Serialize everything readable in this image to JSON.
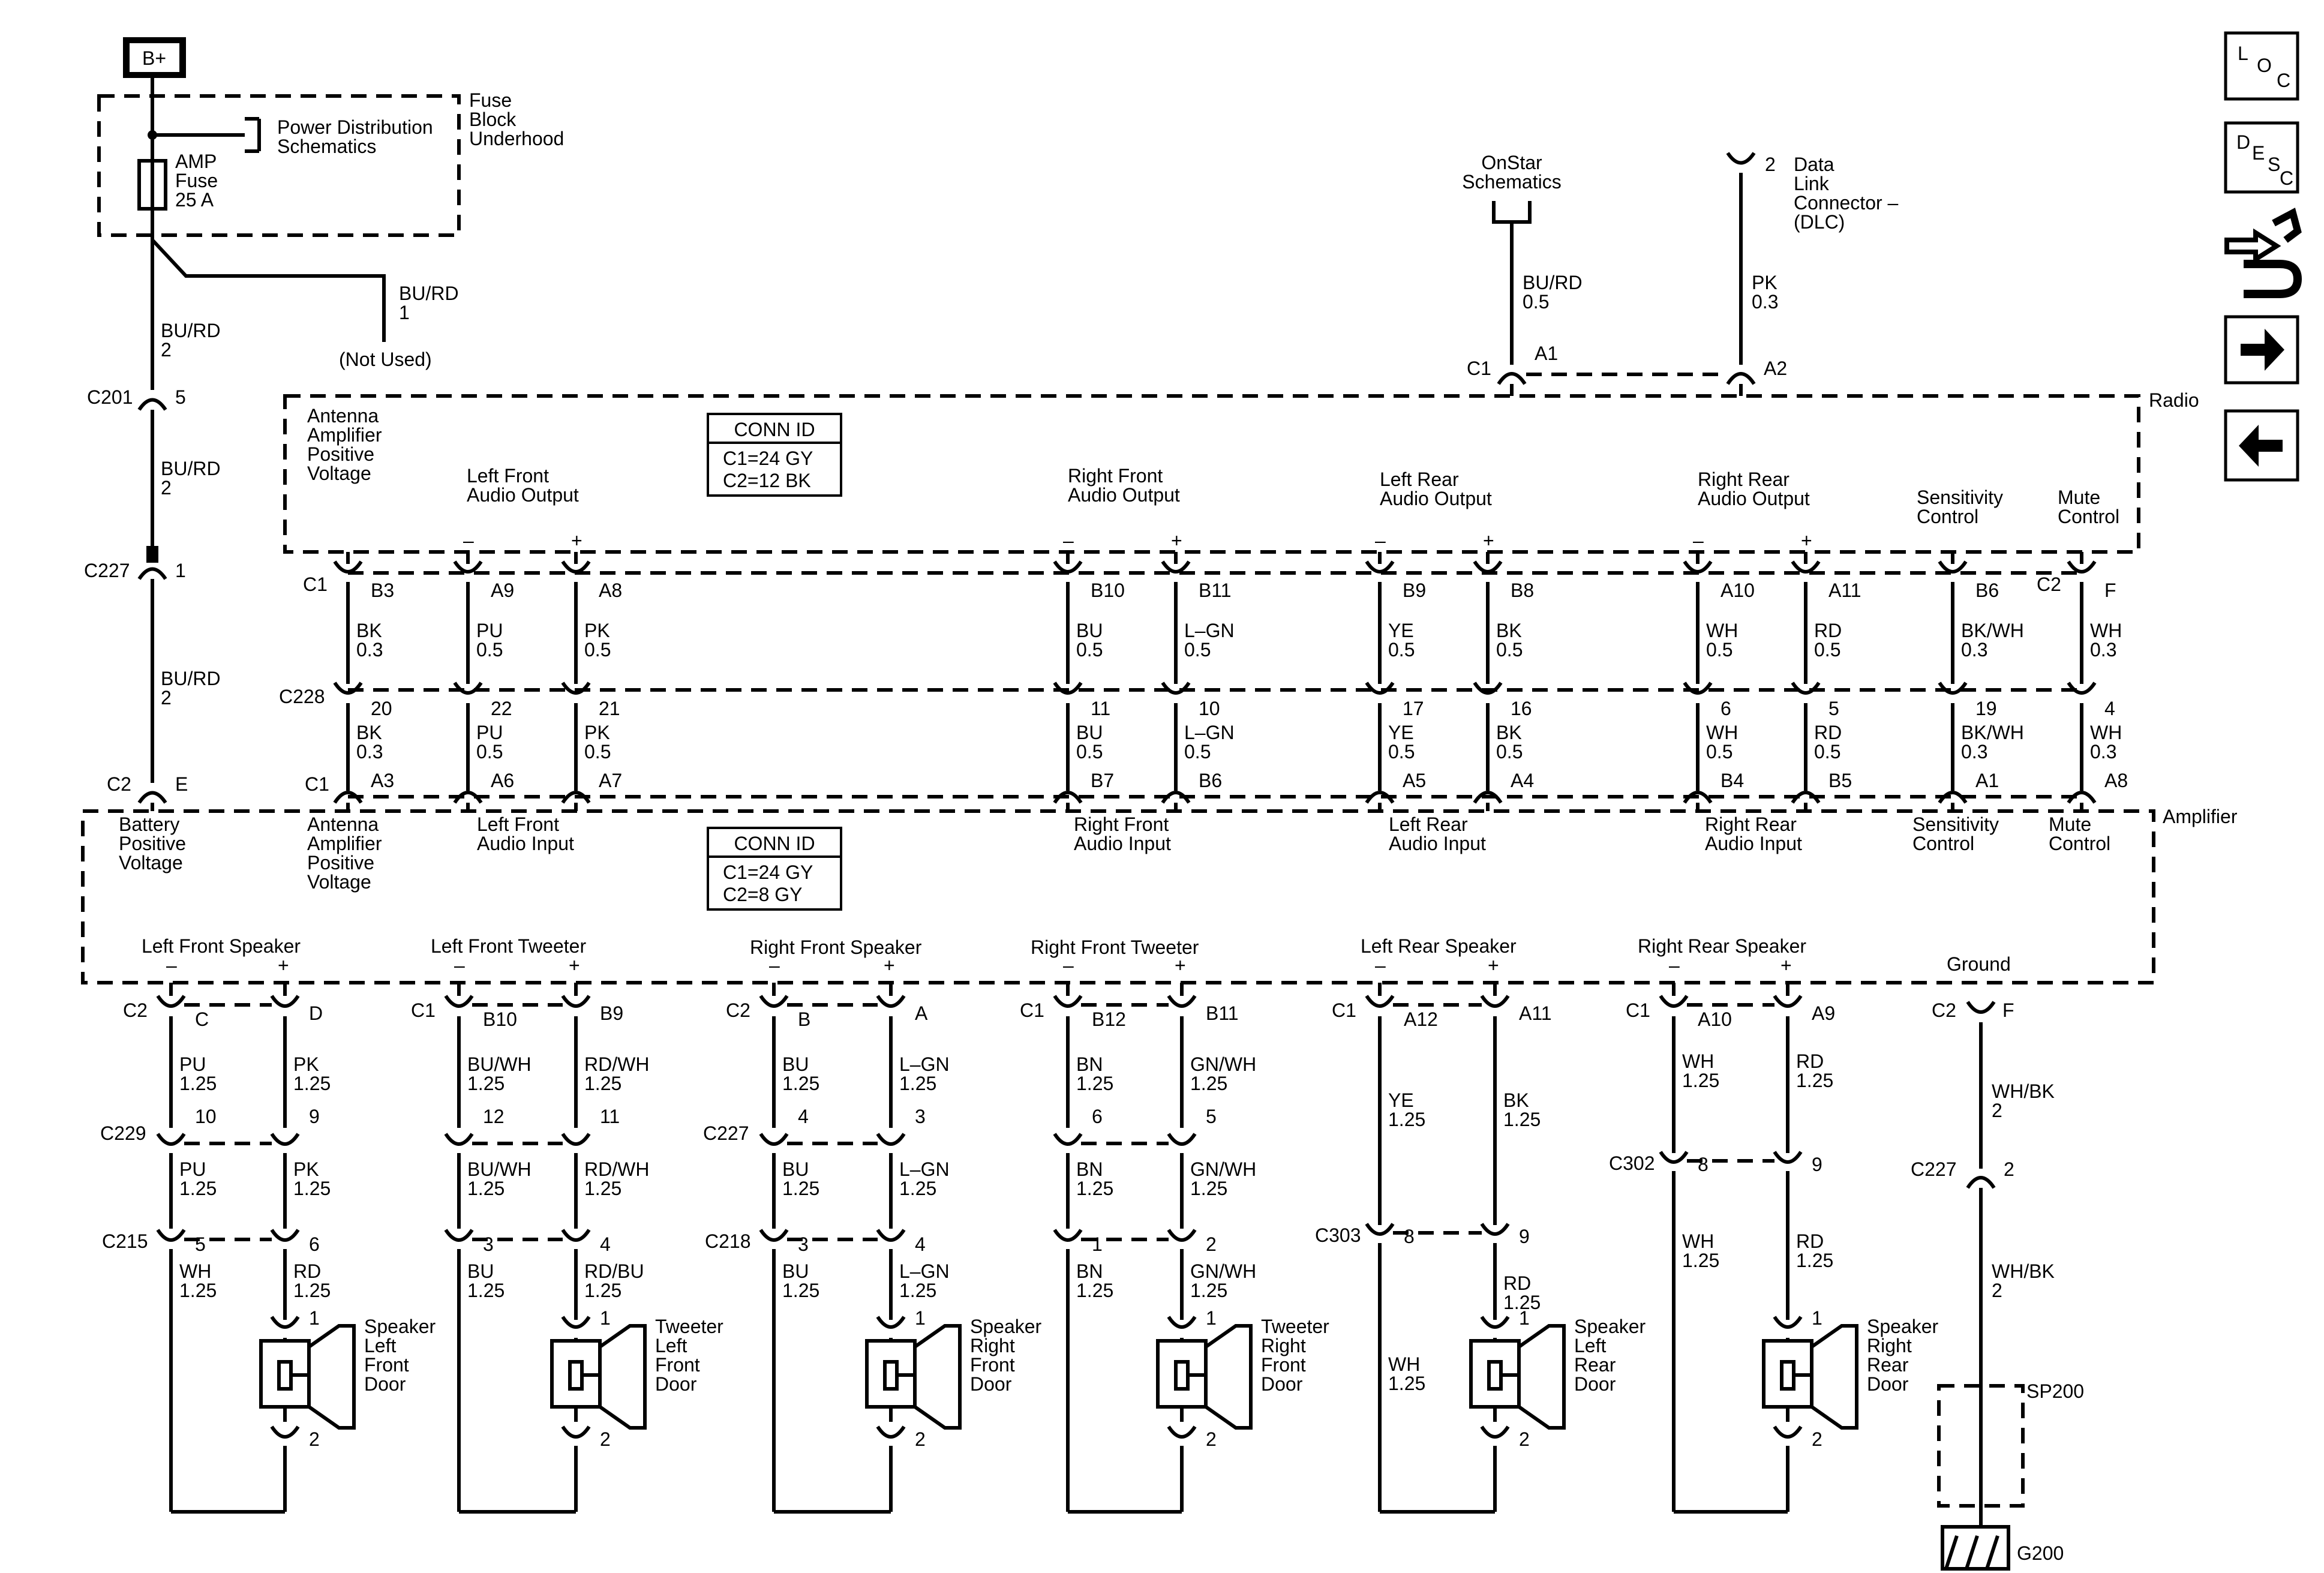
{
  "title": "",
  "battery": {
    "label": "B+"
  },
  "fuse_block": {
    "label1": "Fuse",
    "label2": "Block",
    "label3": "Underhood",
    "pds1": "Power Distribution",
    "pds2": "Schematics",
    "fuse1": "AMP",
    "fuse2": "Fuse",
    "fuse3": "25 A"
  },
  "not_used": {
    "color": "BU/RD",
    "circuit": "1",
    "label": "(Not Used)"
  },
  "supply_wires": [
    {
      "color": "BU/RD",
      "circuit": "2"
    },
    {
      "color": "BU/RD",
      "circuit": "2"
    },
    {
      "color": "BU/RD",
      "circuit": "2"
    }
  ],
  "supply_connectors": [
    {
      "name": "C201",
      "pin": "5"
    },
    {
      "name": "C227",
      "pin": "1"
    },
    {
      "name": "C2",
      "pin": "E"
    }
  ],
  "onstar": {
    "l1": "OnStar",
    "l2": "Schematics",
    "color": "BU/RD",
    "size": "0.5",
    "conn": "C1",
    "pin": "A1"
  },
  "dlc": {
    "pin_top": "2",
    "l1": "Data",
    "l2": "Link",
    "l3": "Connector –",
    "l4": "(DLC)",
    "color": "PK",
    "size": "0.3",
    "pin": "A2"
  },
  "radio": {
    "name": "Radio",
    "conn_id_title": "CONN ID",
    "conn_id_1": "C1=24 GY",
    "conn_id_2": "C2=12 BK",
    "c1": "C1",
    "c2": "C2",
    "groups": [
      {
        "l1": "Antenna",
        "l2": "Amplifier",
        "l3": "Positive",
        "l4": "Voltage"
      },
      {
        "l1": "Left Front",
        "l2": "Audio Output"
      },
      {
        "l1": "Right Front",
        "l2": "Audio Output"
      },
      {
        "l1": "Left Rear",
        "l2": "Audio Output"
      },
      {
        "l1": "Right Rear",
        "l2": "Audio Output"
      },
      {
        "l1": "Sensitivity",
        "l2": "Control"
      },
      {
        "l1": "Mute",
        "l2": "Control"
      }
    ]
  },
  "c228": {
    "name": "C228"
  },
  "amp_c1": {
    "name": "C1"
  },
  "mid_signals": [
    {
      "polarity": "",
      "pin_top": "B3",
      "c1": "BK",
      "s1": "0.3",
      "pin_mid": "20",
      "c2": "BK",
      "s2": "0.3",
      "pin_bot": "A3"
    },
    {
      "polarity": "–",
      "pin_top": "A9",
      "c1": "PU",
      "s1": "0.5",
      "pin_mid": "22",
      "c2": "PU",
      "s2": "0.5",
      "pin_bot": "A6"
    },
    {
      "polarity": "+",
      "pin_top": "A8",
      "c1": "PK",
      "s1": "0.5",
      "pin_mid": "21",
      "c2": "PK",
      "s2": "0.5",
      "pin_bot": "A7"
    },
    {
      "polarity": "–",
      "pin_top": "B10",
      "c1": "BU",
      "s1": "0.5",
      "pin_mid": "11",
      "c2": "BU",
      "s2": "0.5",
      "pin_bot": "B7"
    },
    {
      "polarity": "+",
      "pin_top": "B11",
      "c1": "L–GN",
      "s1": "0.5",
      "pin_mid": "10",
      "c2": "L–GN",
      "s2": "0.5",
      "pin_bot": "B6"
    },
    {
      "polarity": "–",
      "pin_top": "B9",
      "c1": "YE",
      "s1": "0.5",
      "pin_mid": "17",
      "c2": "YE",
      "s2": "0.5",
      "pin_bot": "A5"
    },
    {
      "polarity": "+",
      "pin_top": "B8",
      "c1": "BK",
      "s1": "0.5",
      "pin_mid": "16",
      "c2": "BK",
      "s2": "0.5",
      "pin_bot": "A4"
    },
    {
      "polarity": "–",
      "pin_top": "A10",
      "c1": "WH",
      "s1": "0.5",
      "pin_mid": "6",
      "c2": "WH",
      "s2": "0.5",
      "pin_bot": "B4"
    },
    {
      "polarity": "+",
      "pin_top": "A11",
      "c1": "RD",
      "s1": "0.5",
      "pin_mid": "5",
      "c2": "RD",
      "s2": "0.5",
      "pin_bot": "B5"
    },
    {
      "polarity": "",
      "pin_top": "B6",
      "c1": "BK/WH",
      "s1": "0.3",
      "pin_mid": "19",
      "c2": "BK/WH",
      "s2": "0.3",
      "pin_bot": "A1"
    },
    {
      "polarity": "",
      "pin_top": "F",
      "c1": "WH",
      "s1": "0.3",
      "pin_mid": "4",
      "c2": "WH",
      "s2": "0.3",
      "pin_bot": "A8"
    }
  ],
  "amplifier": {
    "name": "Amplifier",
    "conn_id_title": "CONN ID",
    "conn_id_1": "C1=24 GY",
    "conn_id_2": "C2=8 GY",
    "inputs": [
      {
        "l1": "Battery",
        "l2": "Positive",
        "l3": "Voltage"
      },
      {
        "l1": "Antenna",
        "l2": "Amplifier",
        "l3": "Positive",
        "l4": "Voltage"
      },
      {
        "l1": "Left Front",
        "l2": "Audio Input"
      },
      {
        "l1": "Right Front",
        "l2": "Audio Input"
      },
      {
        "l1": "Left Rear",
        "l2": "Audio Input"
      },
      {
        "l1": "Right Rear",
        "l2": "Audio Input"
      },
      {
        "l1": "Sensitivity",
        "l2": "Control"
      },
      {
        "l1": "Mute",
        "l2": "Control"
      }
    ],
    "outputs": [
      "Left Front Speaker",
      "Left Front Tweeter",
      "Right Front Speaker",
      "Right Front Tweeter",
      "Left Rear Speaker",
      "Right Rear Speaker",
      "Ground"
    ]
  },
  "speakers": [
    {
      "conn": "C2",
      "neg_pin": "C",
      "pos_pin": "D",
      "neg": [
        "PU",
        "1.25",
        "10",
        "PU",
        "1.25",
        "5",
        "WH",
        "1.25"
      ],
      "pos": [
        "PK",
        "1.25",
        "9",
        "PK",
        "1.25",
        "6",
        "RD",
        "1.25"
      ],
      "conn_a": "C229",
      "conn_b": "C215",
      "l1": "Speaker",
      "l2": "Left",
      "l3": "Front",
      "l4": "Door"
    },
    {
      "conn": "C1",
      "neg_pin": "B10",
      "pos_pin": "B9",
      "neg": [
        "BU/WH",
        "1.25",
        "12",
        "BU/WH",
        "1.25",
        "3",
        "BU",
        "1.25"
      ],
      "pos": [
        "RD/WH",
        "1.25",
        "11",
        "RD/WH",
        "1.25",
        "4",
        "RD/BU",
        "1.25"
      ],
      "l1": "Tweeter",
      "l2": "Left",
      "l3": "Front",
      "l4": "Door"
    },
    {
      "conn": "C2",
      "neg_pin": "B",
      "pos_pin": "A",
      "neg": [
        "BU",
        "1.25",
        "4",
        "BU",
        "1.25",
        "3",
        "BU",
        "1.25"
      ],
      "pos": [
        "L–GN",
        "1.25",
        "3",
        "L–GN",
        "1.25",
        "4",
        "L–GN",
        "1.25"
      ],
      "conn_a": "C227",
      "conn_b": "C218",
      "l1": "Speaker",
      "l2": "Right",
      "l3": "Front",
      "l4": "Door"
    },
    {
      "conn": "C1",
      "neg_pin": "B12",
      "pos_pin": "B11",
      "neg": [
        "BN",
        "1.25",
        "6",
        "BN",
        "1.25",
        "1",
        "BN",
        "1.25"
      ],
      "pos": [
        "GN/WH",
        "1.25",
        "5",
        "GN/WH",
        "1.25",
        "2",
        "GN/WH",
        "1.25"
      ],
      "l1": "Tweeter",
      "l2": "Right",
      "l3": "Front",
      "l4": "Door"
    },
    {
      "conn": "C1",
      "neg_pin": "A12",
      "pos_pin": "A11",
      "neg": [
        "YE",
        "1.25",
        "8",
        "WH",
        "1.25"
      ],
      "pos": [
        "BK",
        "1.25",
        "9",
        "RD",
        "1.25"
      ],
      "conn_b": "C303",
      "l1": "Speaker",
      "l2": "Left",
      "l3": "Rear",
      "l4": "Door"
    },
    {
      "conn": "C1",
      "neg_pin": "A10",
      "pos_pin": "A9",
      "neg": [
        "WH",
        "1.25",
        "8",
        "WH",
        "1.25"
      ],
      "pos": [
        "RD",
        "1.25",
        "9",
        "RD",
        "1.25"
      ],
      "conn_b": "C302",
      "l1": "Speaker",
      "l2": "Right",
      "l3": "Rear",
      "l4": "Door"
    }
  ],
  "speaker_pins": {
    "p1": "1",
    "p2": "2"
  },
  "ground": {
    "conn": "C2",
    "pin": "F",
    "color1": "WH/BK",
    "circ1": "2",
    "c227": "C227",
    "c227_pin": "2",
    "color2": "WH/BK",
    "circ2": "2",
    "splice": "SP200",
    "gnd": "G200"
  },
  "nav": {
    "loc": {
      "l": "L",
      "o": "O",
      "c": "C"
    },
    "desc": {
      "d": "D",
      "e": "E",
      "s": "S",
      "c": "C"
    }
  }
}
